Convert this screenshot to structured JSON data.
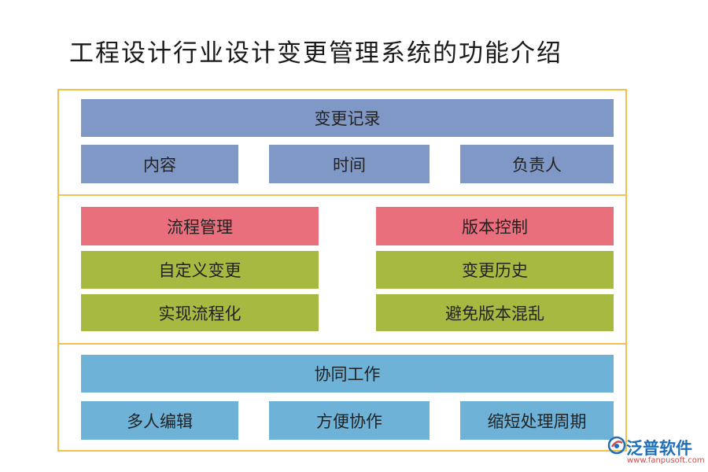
{
  "title": "工程设计行业设计变更管理系统的功能介绍",
  "section1": {
    "header": "变更记录",
    "items": [
      "内容",
      "时间",
      "负责人"
    ]
  },
  "section2": {
    "left": {
      "header": "流程管理",
      "items": [
        "自定义变更",
        "实现流程化"
      ]
    },
    "right": {
      "header": "版本控制",
      "items": [
        "变更历史",
        "避免版本混乱"
      ]
    }
  },
  "section3": {
    "header": "协同工作",
    "items": [
      "多人编辑",
      "方便协作",
      "缩短处理周期"
    ]
  },
  "logo": {
    "brand": "泛普软件",
    "url": "www.fanpusoft.com"
  },
  "colors": {
    "frame": "#f2c14e",
    "blue": "#8098c6",
    "pink": "#ea6f7d",
    "olive": "#a8b942",
    "cyan": "#6fb2d8"
  }
}
